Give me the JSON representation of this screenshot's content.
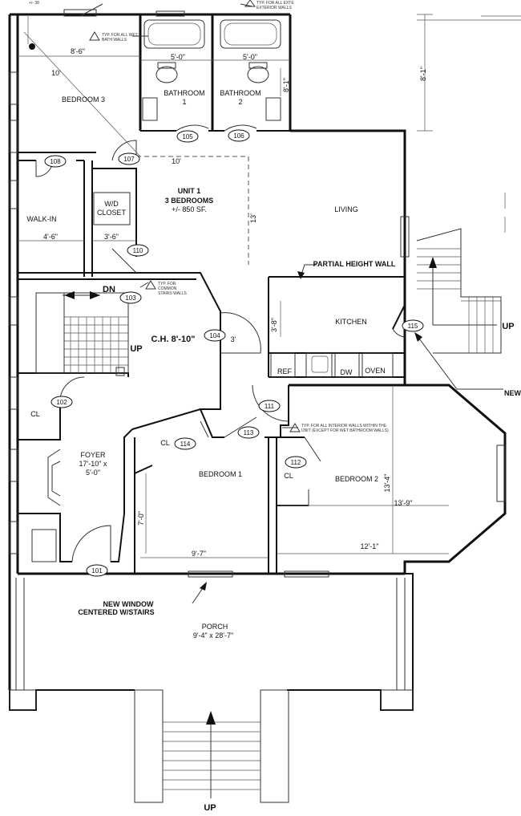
{
  "rooms": {
    "bedroom3": "BEDROOM 3",
    "bathroom1_a": "BATHROOM",
    "bathroom1_b": "1",
    "bathroom2_a": "BATHROOM",
    "bathroom2_b": "2",
    "walkin": "WALK-IN",
    "wd_a": "W/D",
    "wd_b": "CLOSET",
    "living": "LIVING",
    "kitchen": "KITCHEN",
    "ref": "REF",
    "dw": "DW",
    "oven": "OVEN",
    "cl_foyer": "CL",
    "cl_bed1": "CL",
    "cl_bed2": "CL",
    "foyer_a": "FOYER",
    "foyer_b": "17'-10\" x",
    "foyer_c": "5'-0\"",
    "bedroom1": "BEDROOM 1",
    "bedroom2": "BEDROOM 2",
    "porch_a": "PORCH",
    "porch_b": "9'-4\" x 28'-7\""
  },
  "unit": {
    "line1": "UNIT 1",
    "line2": "3 BEDROOMS",
    "line3": "+/- 850 SF."
  },
  "ceiling": "C.H. 8'-10\"",
  "labels": {
    "partial_wall": "PARTIAL HEIGHT WALL",
    "new_window_a": "NEW WINDOW",
    "new_window_b": "CENTERED W/STAIRS",
    "new_right": "NEW",
    "up_stairs": "UP",
    "up_right": "UP",
    "up_bottom": "UP",
    "dn": "DN",
    "top_left_dim": "+/- 38"
  },
  "notes": {
    "wet_a": "TYP. FOR ALL WET",
    "wet_b": "BATH WALLS",
    "ext_a": "TYP. FOR ALL EXTE",
    "ext_b": "EXTERIOR WALLS",
    "common_a": "TYP. FOR",
    "common_b": "COMMON",
    "common_c": "STAIRS WALLS",
    "interior_a": "TYP. FOR ALL INTERIOR WALLS WITHIN THE",
    "interior_b": "UNIT (EXCEPT FOR WET BATHROOM WALLS)"
  },
  "dims": {
    "d_8_6": "8'-6\"",
    "d_10_a": "10'",
    "d_5_0_a": "5'-0\"",
    "d_5_0_b": "5'-0\"",
    "d_8_1_a": "8'-1\"",
    "d_8_1_b": "8'-1\"",
    "d_10_b": "10'",
    "d_13": "13'",
    "d_4_6": "4'-6\"",
    "d_3_6": "3'-6\"",
    "d_3_8": "3'-8\"",
    "d_3": "3'",
    "d_7_0": "7'-0\"",
    "d_9_7": "9'-7\"",
    "d_13_4": "13'-4\"",
    "d_13_9": "13'-9\"",
    "d_12_1": "12'-1\""
  },
  "doors": {
    "d101": "101",
    "d102": "102",
    "d103": "103",
    "d104": "104",
    "d105": "105",
    "d106": "106",
    "d107": "107",
    "d108": "108",
    "d110": "110",
    "d111": "111",
    "d112": "112",
    "d113": "113",
    "d114": "114",
    "d115": "115"
  }
}
